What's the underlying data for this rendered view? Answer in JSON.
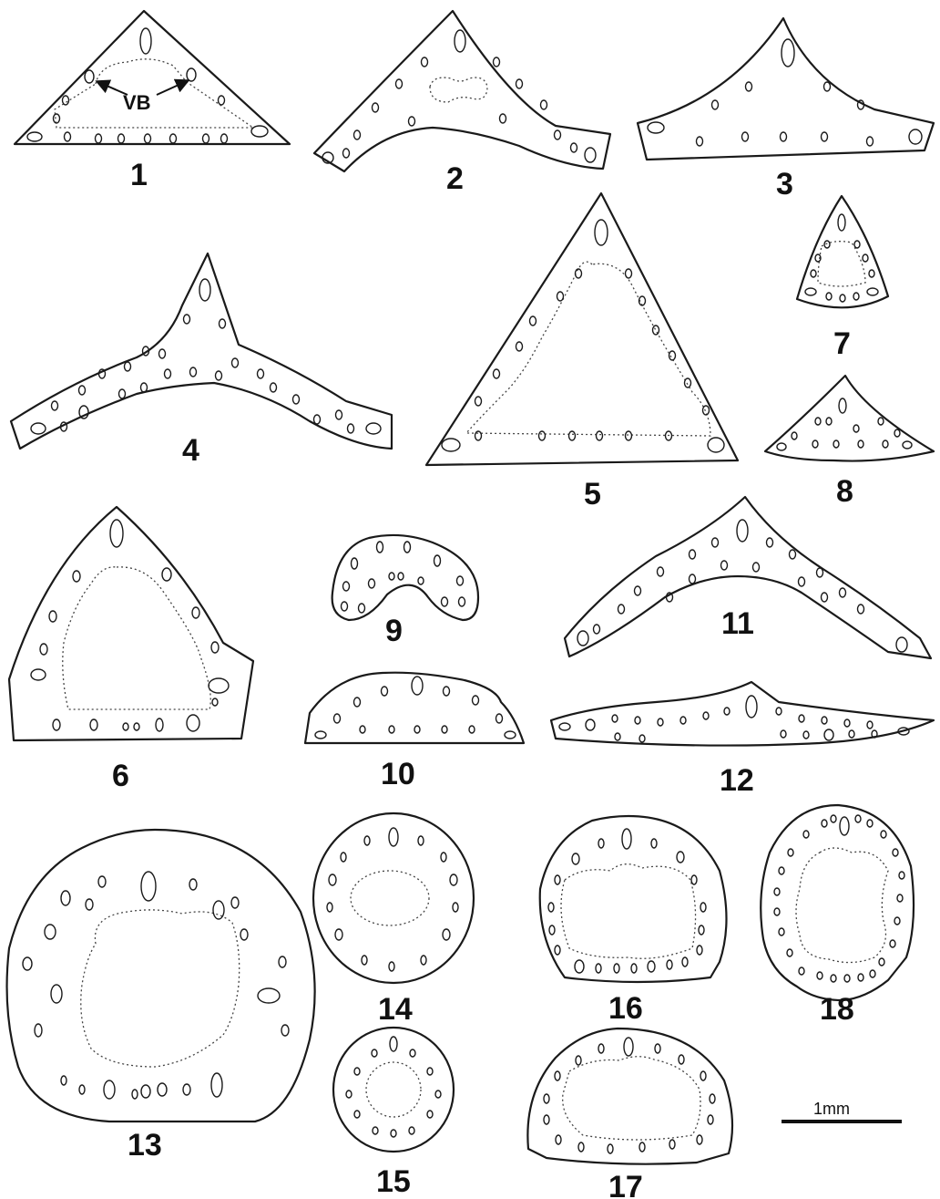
{
  "figure_labels": [
    "1",
    "2",
    "3",
    "4",
    "5",
    "6",
    "7",
    "8",
    "9",
    "10",
    "11",
    "12",
    "13",
    "14",
    "15",
    "16",
    "17",
    "18"
  ],
  "annotation": {
    "text": "VB"
  },
  "scale_bar": {
    "label": "1mm"
  }
}
